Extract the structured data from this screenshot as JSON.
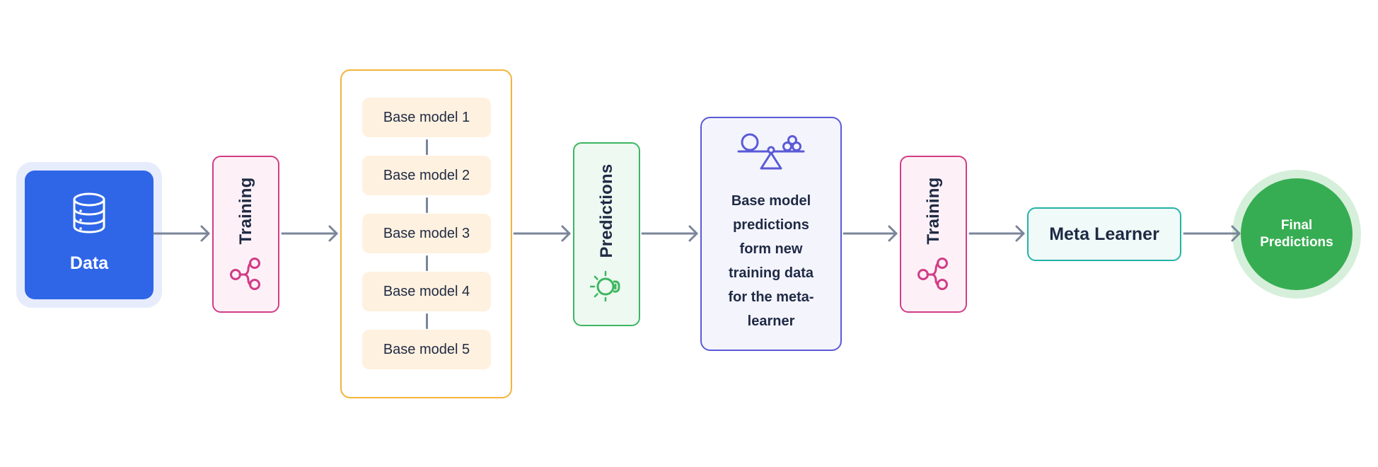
{
  "data_node": {
    "label": "Data",
    "icon": "database-icon"
  },
  "training_1": {
    "label": "Training",
    "icon": "branch-icon"
  },
  "base_models": [
    "Base model 1",
    "Base model 2",
    "Base model 3",
    "Base model 4",
    "Base model 5"
  ],
  "predictions": {
    "label": "Predictions",
    "icon": "lightbulb-icon"
  },
  "meta_data_box": {
    "text_lines": [
      "Base model",
      "predictions",
      "form new",
      "training data",
      "for the meta-",
      "learner"
    ],
    "icon": "balance-scale-icon"
  },
  "training_2": {
    "label": "Training",
    "icon": "branch-icon"
  },
  "meta_learner": {
    "label": "Meta Learner"
  },
  "final": {
    "line1": "Final",
    "line2": "Predictions"
  },
  "colors": {
    "data_blue": "#2f66e8",
    "training_pink": "#d23c86",
    "base_orange": "#f3b43c",
    "predictions_green": "#3db660",
    "meta_purple": "#5a5ad6",
    "meta_learner_teal": "#22b3a6",
    "final_green": "#36ad52",
    "arrow_gray": "#7a8599"
  }
}
